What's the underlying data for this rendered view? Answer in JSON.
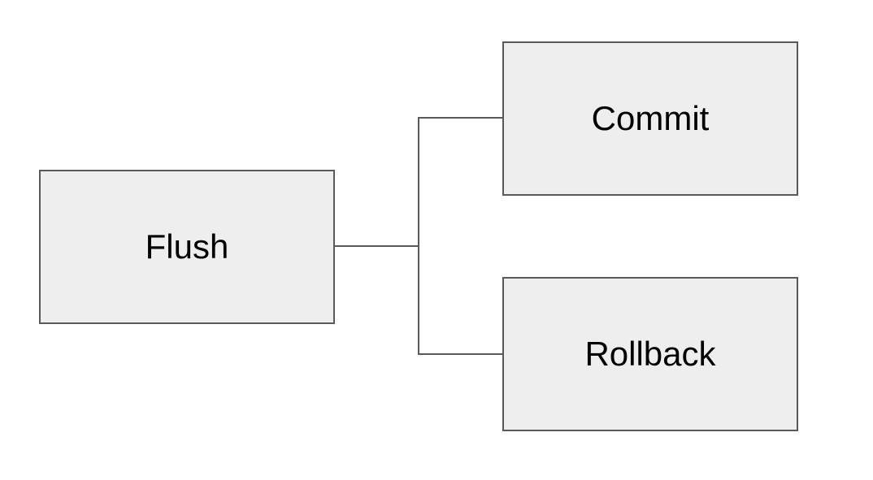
{
  "diagram": {
    "colors": {
      "node_fill": "#eeeeee",
      "node_stroke": "#595959",
      "connector": "#595959",
      "text": "#000000"
    },
    "nodes": {
      "flush": {
        "label": "Flush"
      },
      "commit": {
        "label": "Commit"
      },
      "rollback": {
        "label": "Rollback"
      }
    },
    "edges": [
      {
        "from": "Flush",
        "to": "Commit"
      },
      {
        "from": "Flush",
        "to": "Rollback"
      }
    ]
  }
}
